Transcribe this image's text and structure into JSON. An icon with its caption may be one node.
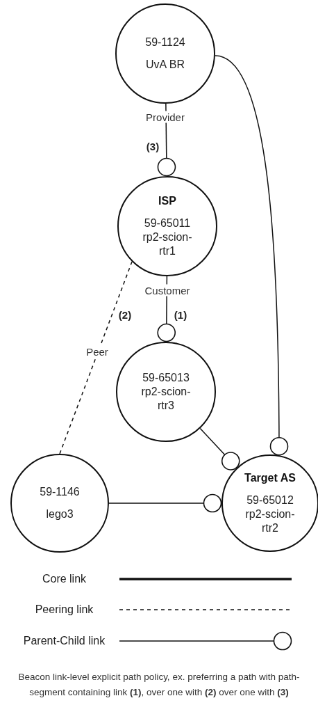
{
  "diagram": {
    "caption": "Beacon link-level explicit path policy, ex. preferring a path with path-segment containing link **(1)**, over one with **(2)** over one with **(3)**",
    "nodes": [
      {
        "text": [
          "59-1124",
          "UvA BR"
        ]
      },
      {
        "text": [
          "ISP",
          "59-65011 rp2-scion-rtr1"
        ]
      },
      {
        "text": [
          "59-65013 rp2-scion-rtr3"
        ]
      },
      {
        "text": [
          "59-1146",
          "lego3"
        ]
      },
      {
        "text": [
          "Target AS",
          "59-65012 rp2-scion-rtr2"
        ]
      }
    ],
    "edges": [
      {
        "from": 0,
        "to": 1,
        "arrow": "other",
        "label": "Provider"
      },
      {
        "from": 0,
        "to": 4,
        "arrow": "other"
      },
      {
        "from": 1,
        "to": 2,
        "arrow": "other",
        "label": "Customer"
      },
      {
        "from": 1,
        "to": 3,
        "arrow": "none",
        "label": "Peer",
        "style": "dashed"
      },
      {
        "from": 2,
        "to": 4,
        "arrow": "other"
      },
      {
        "from": 3,
        "to": 4,
        "arrow": "other"
      }
    ],
    "labels": [
      "(3)",
      "(2)",
      "(1)"
    ],
    "legend": [
      {
        "text": "Core link"
      },
      {
        "text": "Peering link"
      },
      {
        "text": "Parent-Child link"
      }
    ]
  }
}
